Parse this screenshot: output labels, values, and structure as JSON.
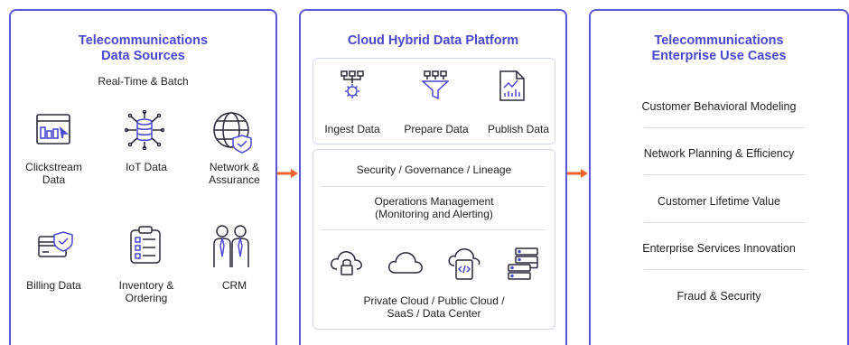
{
  "colors": {
    "accent": "#5b57d6",
    "arrow": "#f0612c",
    "icon": "#2a2a3a"
  },
  "left": {
    "title_line1": "Telecommunications",
    "title_line2": "Data Sources",
    "subtitle": "Real-Time & Batch",
    "sources": [
      {
        "icon": "clickstream-icon",
        "line1": "Clickstream",
        "line2": "Data"
      },
      {
        "icon": "iot-icon",
        "line1": "IoT Data",
        "line2": ""
      },
      {
        "icon": "network-globe-icon",
        "line1": "Network &",
        "line2": "Assurance"
      },
      {
        "icon": "billing-card-icon",
        "line1": "Billing Data",
        "line2": ""
      },
      {
        "icon": "clipboard-list-icon",
        "line1": "Inventory &",
        "line2": "Ordering"
      },
      {
        "icon": "people-icon",
        "line1": "CRM",
        "line2": ""
      }
    ]
  },
  "middle": {
    "title": "Cloud Hybrid Data Platform",
    "steps": [
      {
        "icon": "ingest-gear-icon",
        "label": "Ingest Data"
      },
      {
        "icon": "funnel-icon",
        "label": "Prepare Data"
      },
      {
        "icon": "chart-document-icon",
        "label": "Publish Data"
      }
    ],
    "security": "Security / Governance / Lineage",
    "ops_line1": "Operations Management",
    "ops_line2": "(Monitoring and Alerting)",
    "deploy_icons": [
      "private-cloud-lock-icon",
      "public-cloud-icon",
      "saas-code-icon",
      "data-center-server-icon"
    ],
    "deploy_line1": "Private Cloud / Public Cloud /",
    "deploy_line2": "SaaS / Data Center"
  },
  "right": {
    "title_line1": "Telecommunications",
    "title_line2": "Enterprise Use Cases",
    "use_cases": [
      "Customer Behavioral Modeling",
      "Network Planning & Efficiency",
      "Customer Lifetime Value",
      "Enterprise Services Innovation",
      "Fraud & Security"
    ]
  }
}
